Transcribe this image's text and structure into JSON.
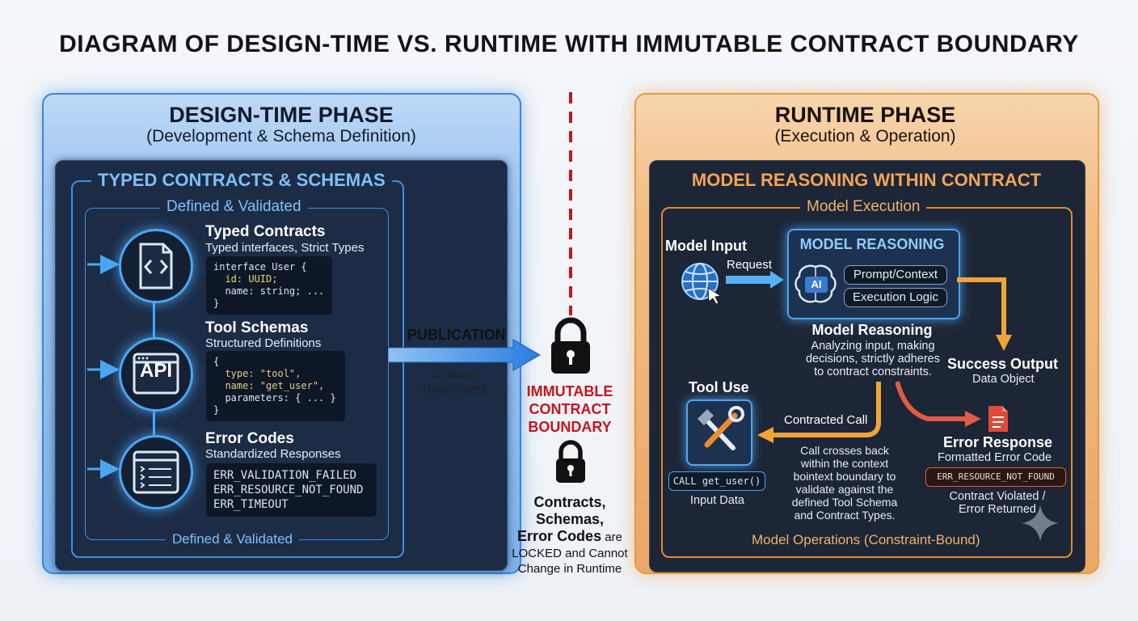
{
  "title": "DIAGRAM OF DESIGN-TIME VS. RUNTIME WITH IMMUTABLE CONTRACT BOUNDARY",
  "design": {
    "title": "DESIGN-TIME PHASE",
    "subtitle": "(Development & Schema Definition)",
    "box_label": "TYPED CONTRACTS & SCHEMAS",
    "top_label": "Defined & Validated",
    "bottom_label": "Defined & Validated",
    "typed": {
      "title": "Typed Contracts",
      "subtitle": "Typed interfaces, Strict Types",
      "code_1": "interface User {",
      "code_2": "  id: UUID;",
      "code_3": "  name: string; ...",
      "code_4": "}"
    },
    "tool": {
      "title": "Tool Schemas",
      "subtitle": "Structured Definitions",
      "icon_text": "API",
      "code_1": "{",
      "code_2": "  type: \"tool\",",
      "code_3": "  name: \"get_user\",",
      "code_4": "  parameters: { ... }",
      "code_5": "}"
    },
    "errors": {
      "title": "Error Codes",
      "subtitle": "Standardized Responses",
      "code_1": "ERR_VALIDATION_FAILED",
      "code_2": "ERR_RESOURCE_NOT_FOUND",
      "code_3": "ERR_TIMEOUT"
    }
  },
  "publication": {
    "label": "PUBLICATION",
    "sub_1": "Contract",
    "sub_2": "Deployment"
  },
  "boundary": {
    "label_1": "IMMUTABLE",
    "label_2": "CONTRACT",
    "label_3": "BOUNDARY",
    "note_1": "Contracts,",
    "note_2": "Schemas,",
    "note_3a": "Error Codes",
    "note_3b": " are",
    "note_4": "LOCKED and Cannot",
    "note_5": "Change in Runtime"
  },
  "runtime": {
    "title": "RUNTIME PHASE",
    "subtitle": "(Execution & Operation)",
    "box_label": "MODEL REASONING WITHIN CONTRACT",
    "exec_label": "Model Execution",
    "ops_label": "Model Operations (Constraint-Bound)",
    "input_title": "Model Input",
    "request": "Request",
    "reasoning_box_title": "MODEL REASONING",
    "ai_badge": "AI",
    "pill_1": "Prompt/Context",
    "pill_2": "Execution Logic",
    "reasoning_title": "Model Reasoning",
    "reasoning_1": "Analyzing input, making",
    "reasoning_2": "decisions, strictly adheres",
    "reasoning_3": "to contract constraints.",
    "success_title": "Success Output",
    "success_sub": "Data Object",
    "tool_title": "Tool Use",
    "contracted_call": "Contracted Call",
    "call_code": "CALL get_user()",
    "input_data": "Input Data",
    "cross_1": "Call crosses back",
    "cross_2": "within the context",
    "cross_3": "bointext boundary to",
    "cross_4": "validate against the",
    "cross_5": "defined Tool Schema",
    "cross_6": "and Contract Types.",
    "error_title": "Error Response",
    "error_sub": "Formatted Error Code",
    "error_code": "ERR_RESOURCE_NOT_FOUND",
    "violated_1": "Contract Violated /",
    "violated_2": "Error Returned"
  }
}
